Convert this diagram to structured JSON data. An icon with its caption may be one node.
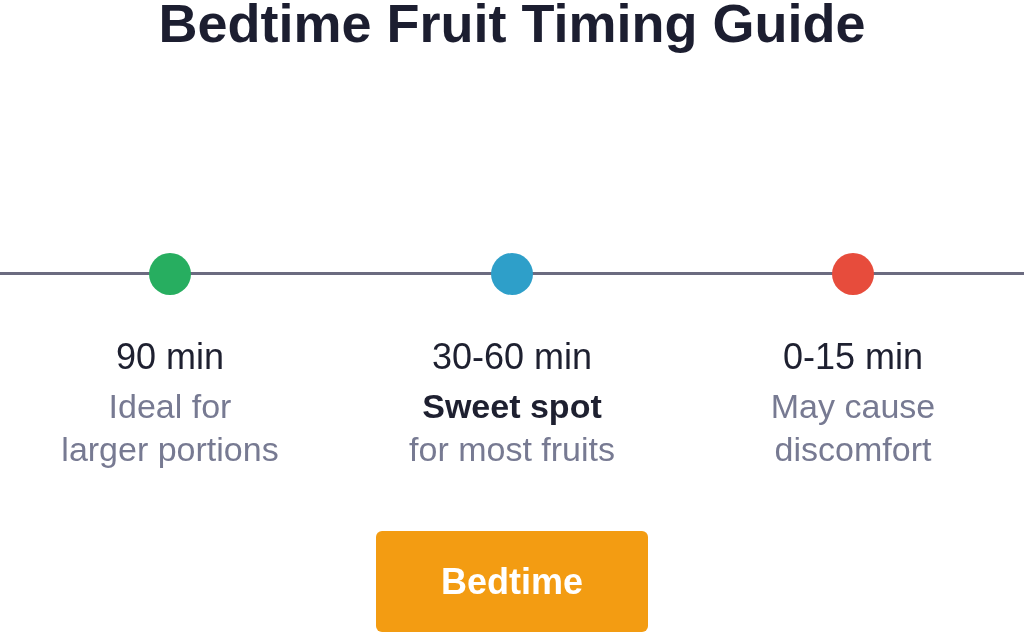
{
  "diagram": {
    "title": "Bedtime Fruit Timing Guide",
    "nodes": [
      {
        "text": [],
        "shape": "circle",
        "beside": [
          "90 min",
          "Ideal for larger portions"
        ]
      },
      {
        "text": [],
        "shape": "circle",
        "beside": [
          "30-60 min",
          "**Sweet spot** for most fruits"
        ]
      },
      {
        "text": [],
        "shape": "circle",
        "beside": [
          "0-15 min",
          "May cause discomfort"
        ]
      },
      {
        "text": [
          "Bedtime"
        ]
      }
    ]
  }
}
